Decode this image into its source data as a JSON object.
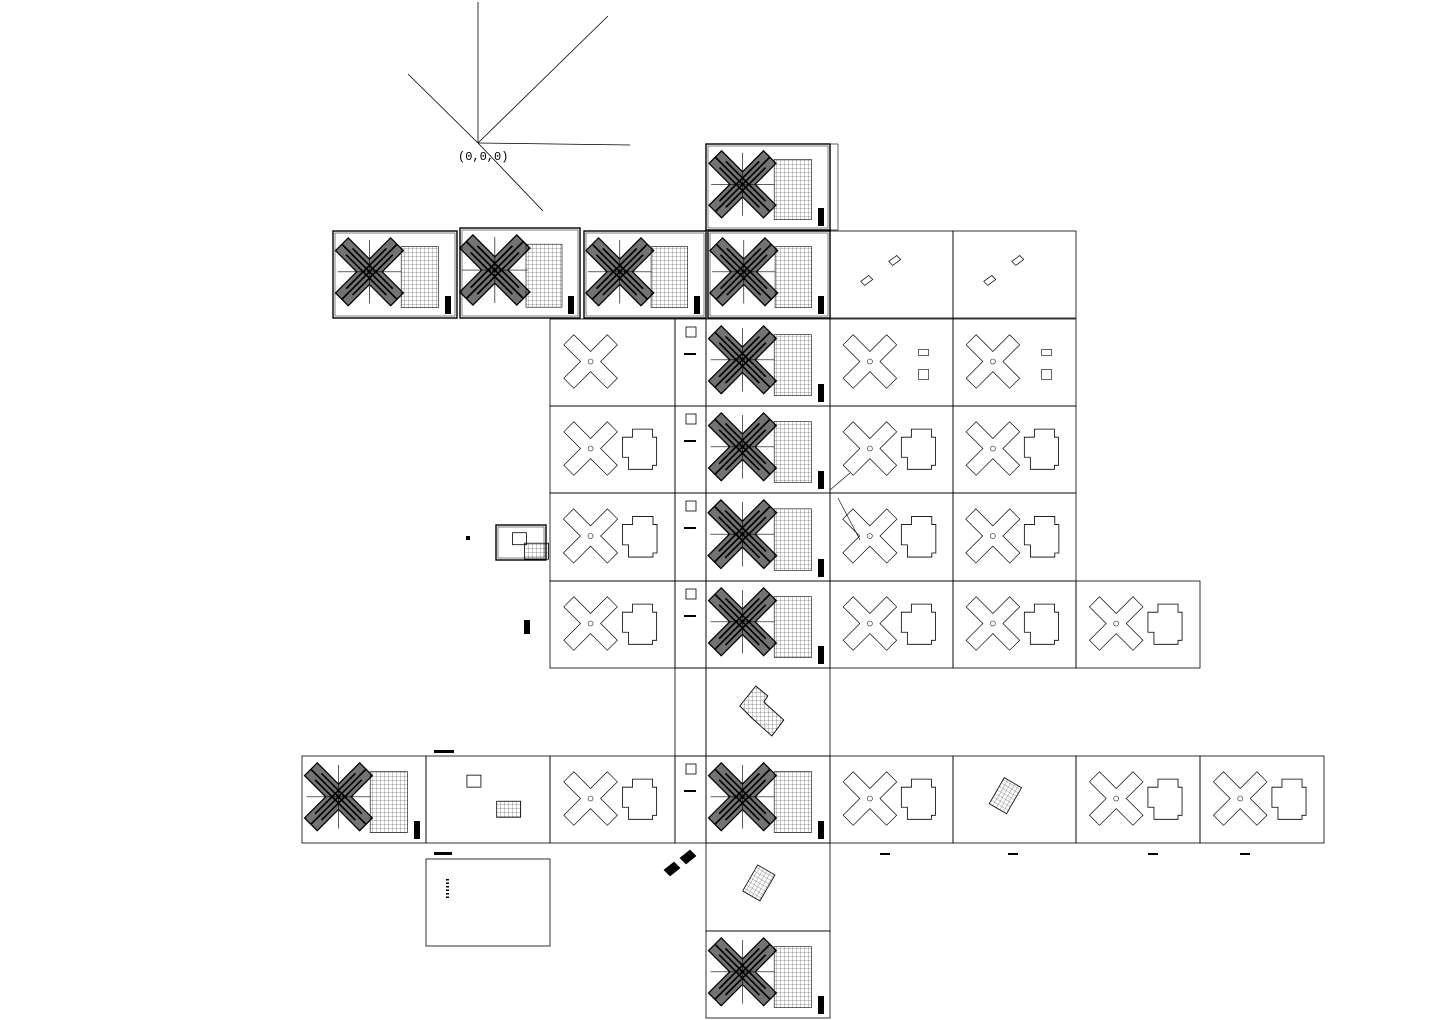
{
  "origin": {
    "label": "(0,0,0)"
  },
  "colors": {
    "line": "#000000",
    "background": "#ffffff"
  },
  "sheets": {
    "count_visible": 44,
    "content_kinds": [
      "dense-x-plan",
      "x-outline",
      "x-outline-with-annex",
      "plan-fragment",
      "text-notes",
      "empty"
    ]
  }
}
